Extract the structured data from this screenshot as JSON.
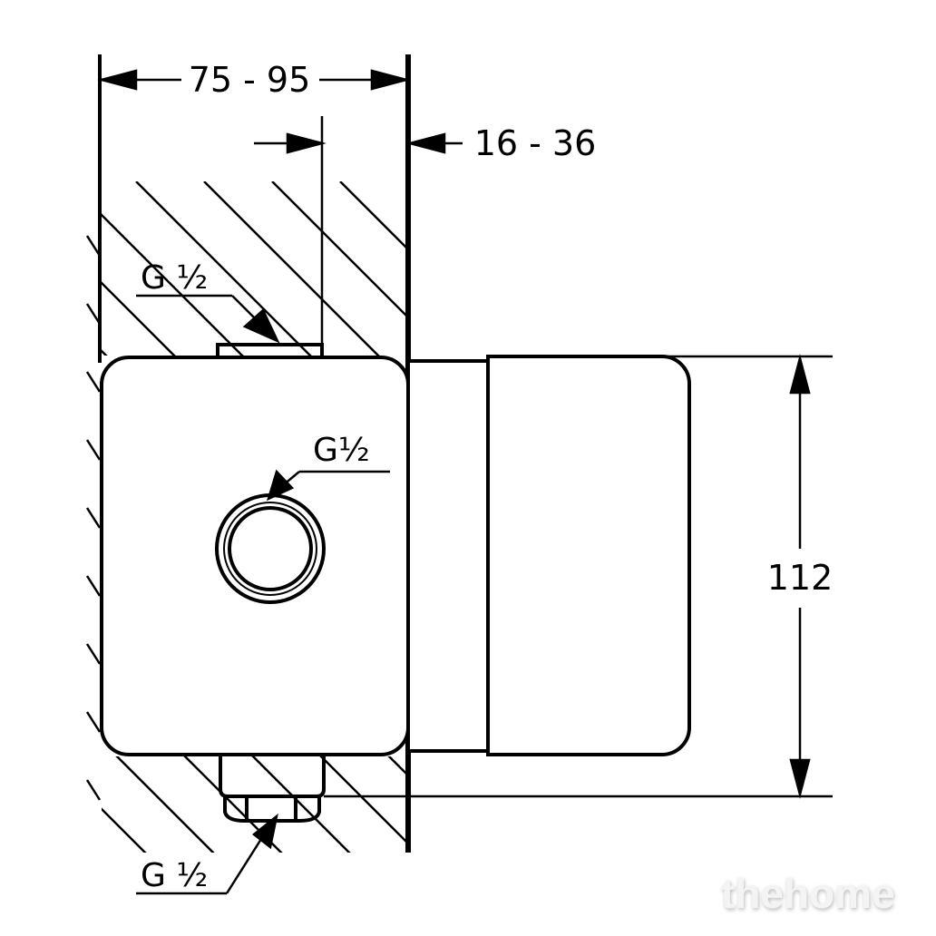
{
  "dimensions": {
    "wall_depth": "75 - 95",
    "cover_depth": "16 - 36",
    "height": "112"
  },
  "labels": {
    "top_connection": "G ½",
    "center_connection": "G½",
    "bottom_connection": "G ½"
  },
  "watermark": "thehome"
}
